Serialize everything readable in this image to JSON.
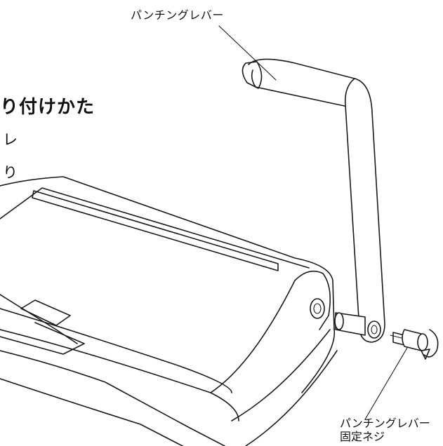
{
  "labels": {
    "punching_lever": "パンチングレバー",
    "heading_fragment": "り付けかた",
    "text_fragment_1": "レ",
    "text_fragment_2": "り",
    "lever_screw_line1": "パンチングレバー",
    "lever_screw_line2": "固定ネジ"
  },
  "icons": {
    "rotation_arrow": "clockwise-rotation-arrow"
  }
}
